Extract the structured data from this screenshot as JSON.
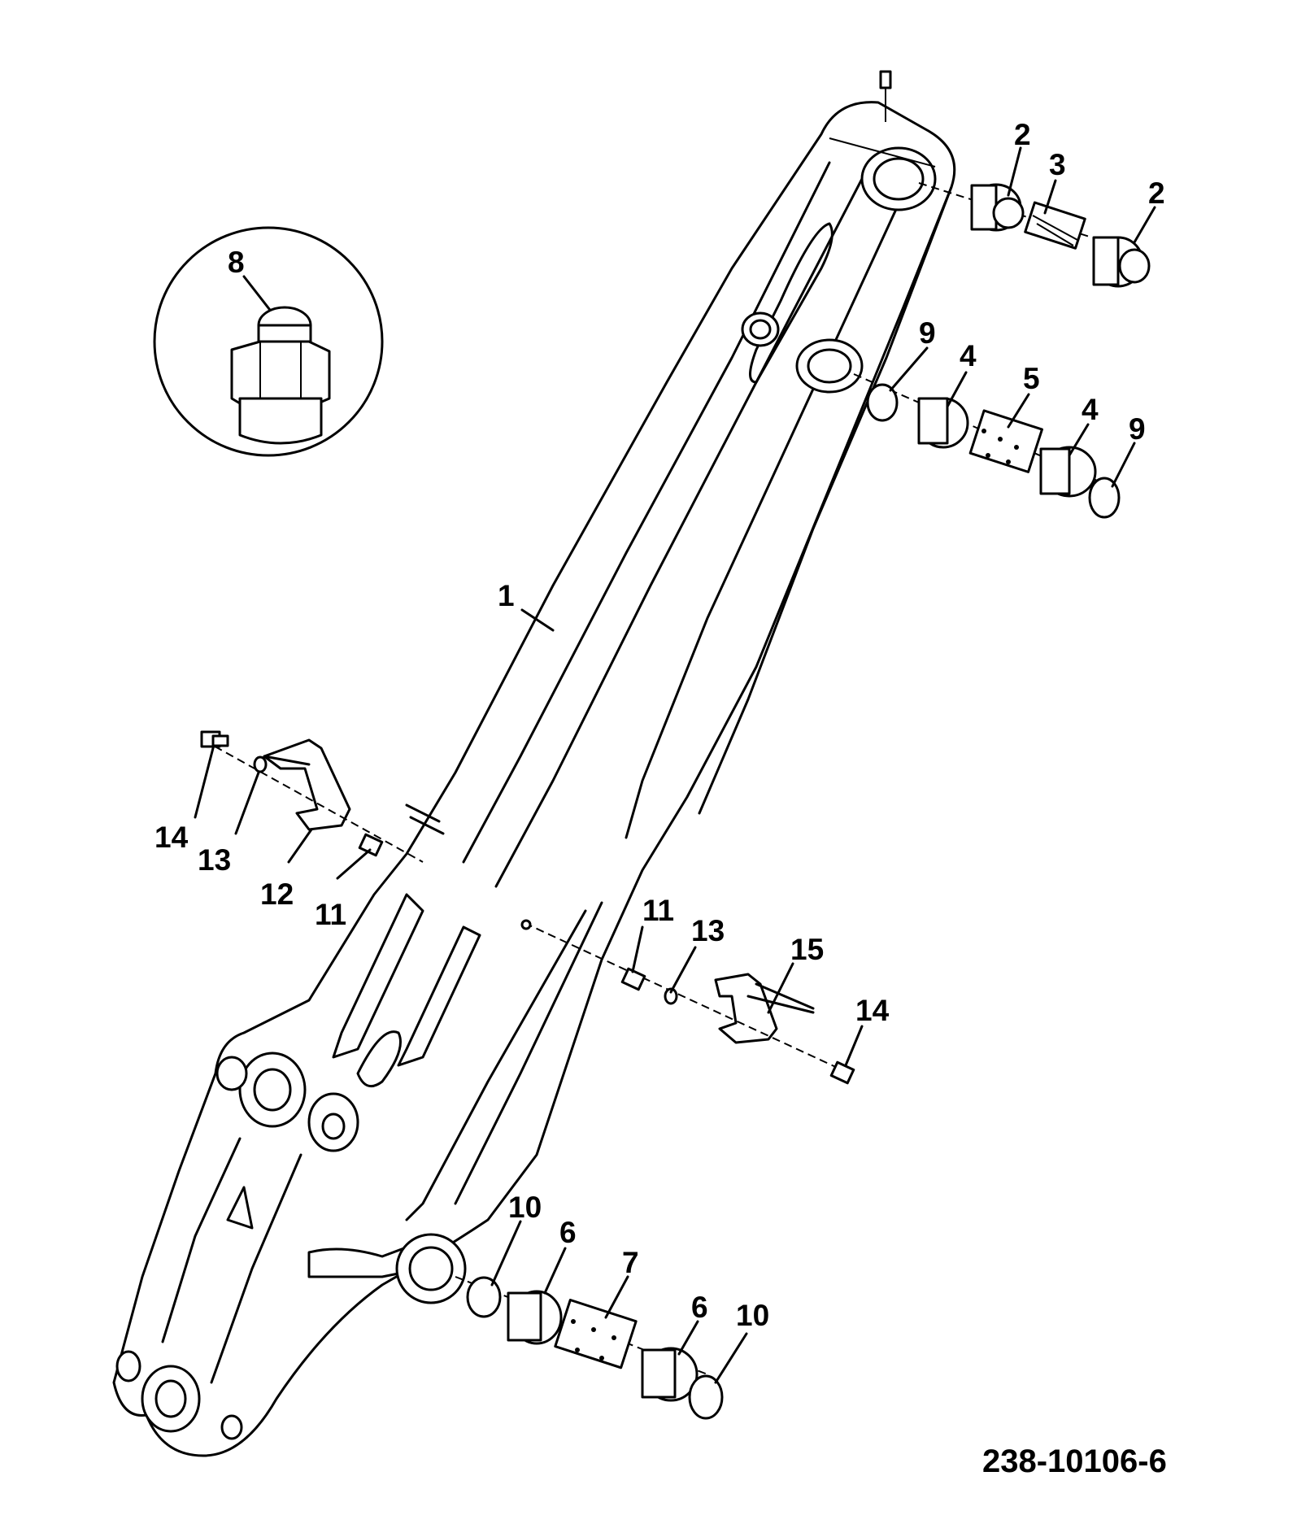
{
  "drawing_number": "238-10106-6",
  "callouts": {
    "c1": "1",
    "c2a": "2",
    "c2b": "2",
    "c3": "3",
    "c4a": "4",
    "c4b": "4",
    "c5": "5",
    "c6a": "6",
    "c6b": "6",
    "c7": "7",
    "c8": "8",
    "c9a": "9",
    "c9b": "9",
    "c10a": "10",
    "c10b": "10",
    "c11a": "11",
    "c11b": "11",
    "c12": "12",
    "c13a": "13",
    "c13b": "13",
    "c14a": "14",
    "c14b": "14",
    "c15": "15"
  }
}
